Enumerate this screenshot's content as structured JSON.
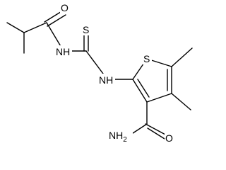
{
  "molecule": {
    "atoms": {
      "o_carbonyl": "O",
      "nh_amide": "NH",
      "s_thio": "S",
      "nh_thiourea": "NH",
      "s_ring": "S",
      "nh2": "NH",
      "nh2_subscript": "2",
      "o_amide": "O"
    }
  }
}
